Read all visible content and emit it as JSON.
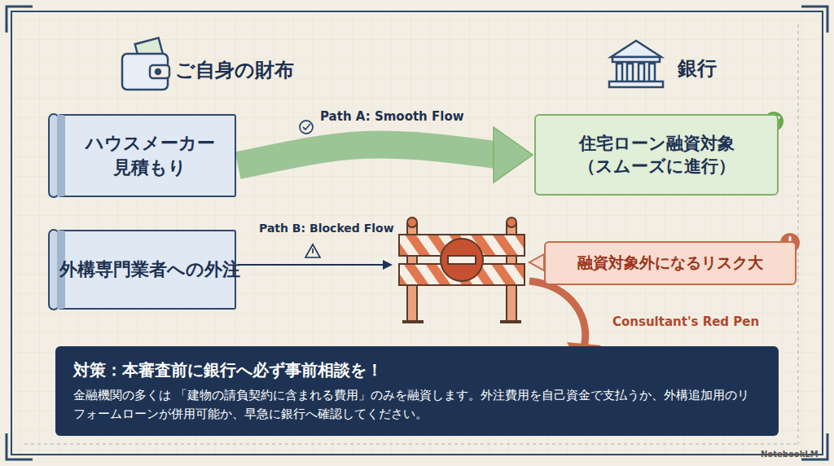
{
  "diagram": {
    "nodes": [
      {
        "text": [
          "ハウスメーカー 見積もり"
        ]
      },
      {
        "text": [
          "住宅ローン融資対象 （スムーズに進行）"
        ]
      },
      {
        "text": [
          "外構専門業者への外注"
        ]
      },
      {
        "text": [
          "融資対象外になるリスク大"
        ]
      },
      {
        "text": [
          "対策：本審査前に銀行へ必ず事前相談を！",
          "金融機関の多くは 「建物の請負契約に含まれる費用」のみを融資します。外注費用を自己資金で支払うか、外構追加用のリフォームローンが併用可能か、早急に銀行へ確認してください。"
        ]
      }
    ],
    "edges": [
      {
        "from": 0,
        "to": 1,
        "label": "Path A: Smooth Flow",
        "arrow": "to"
      }
    ],
    "labels": [
      "ご自身の財布",
      "銀行",
      "Path B: Blocked Flow",
      "Consultant's Red Pen",
      "NotebookLM"
    ]
  }
}
